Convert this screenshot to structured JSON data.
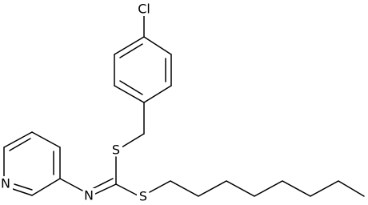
{
  "diagram": {
    "type": "chemical-structure",
    "atom_labels": {
      "chlorine": "Cl",
      "sulfur_benzyl": "S",
      "sulfur_octyl": "S",
      "imine_nitrogen": "N",
      "pyridine_nitrogen": "N"
    },
    "colors": {
      "bond": "#000000",
      "background": "#ffffff",
      "label": "#000000"
    }
  }
}
